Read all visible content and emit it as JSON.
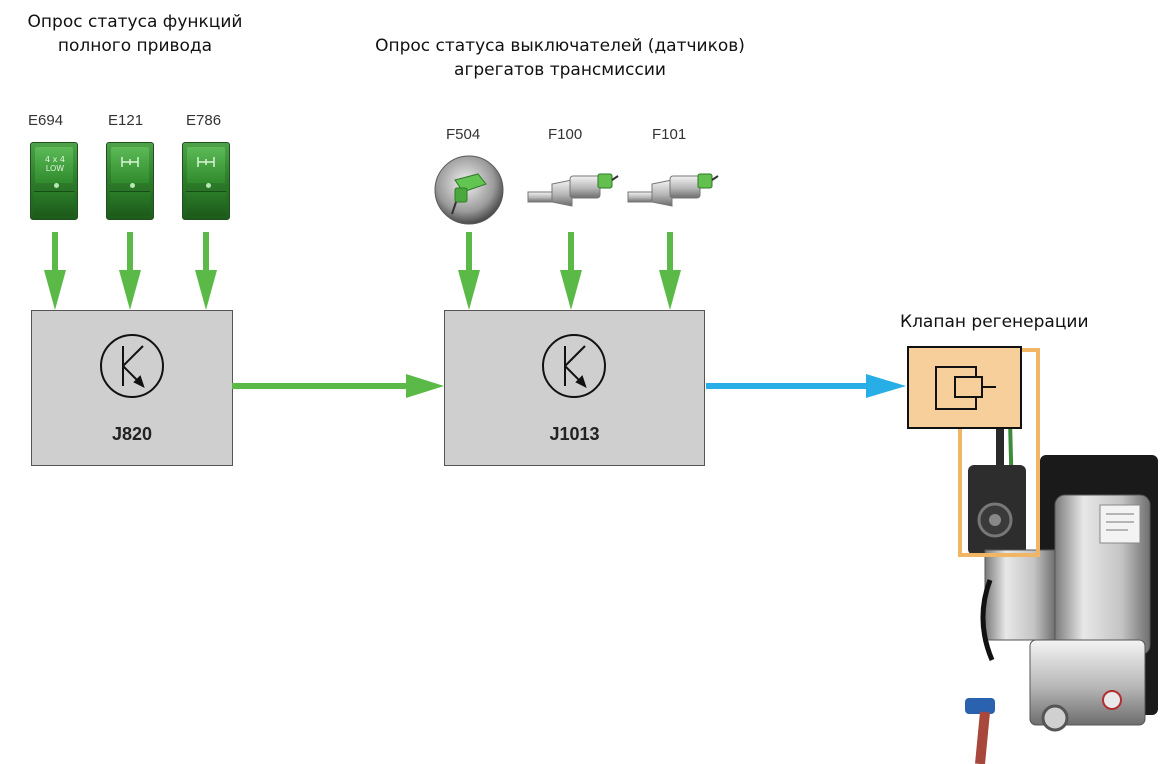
{
  "headings": {
    "awd_status": "Опрос статуса функций полного привода",
    "switch_status": "Опрос статуса выключателей (датчиков) агрегатов трансмиссии"
  },
  "switches": [
    {
      "code": "E694",
      "face_text": "4 x 4 LOW"
    },
    {
      "code": "E121",
      "face_text": ""
    },
    {
      "code": "E786",
      "face_text": ""
    }
  ],
  "sensors": [
    {
      "code": "F504"
    },
    {
      "code": "F100"
    },
    {
      "code": "F101"
    }
  ],
  "units": [
    {
      "code": "J820"
    },
    {
      "code": "J1013"
    }
  ],
  "valve": {
    "title": "Клапан регенерации"
  },
  "colors": {
    "signal_arrow": "#5bb947",
    "output_arrow": "#27aee6",
    "unit_fill": "#cfcfcf",
    "valve_fill": "#f6cf9b",
    "highlight_frame": "#f0b665"
  }
}
